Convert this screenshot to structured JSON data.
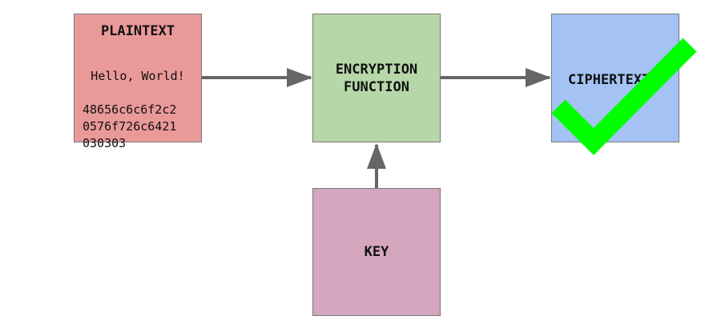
{
  "colors": {
    "plaintext_fill": "#ea9999",
    "encryption_fill": "#b6d7a8",
    "ciphertext_fill": "#a4c2f4",
    "key_fill": "#d5a6bd",
    "arrow": "#666666",
    "checkmark": "#00ff00"
  },
  "plaintext": {
    "title": "PLAINTEXT",
    "message": "Hello, World!",
    "hex": "48656c6c6f2c2\n0576f726c6421\n030303"
  },
  "encryption": {
    "title": "ENCRYPTION\nFUNCTION"
  },
  "ciphertext": {
    "title": "CIPHERTEXT"
  },
  "key": {
    "title": "KEY"
  },
  "icons": {
    "overlay": "checkmark-icon"
  }
}
